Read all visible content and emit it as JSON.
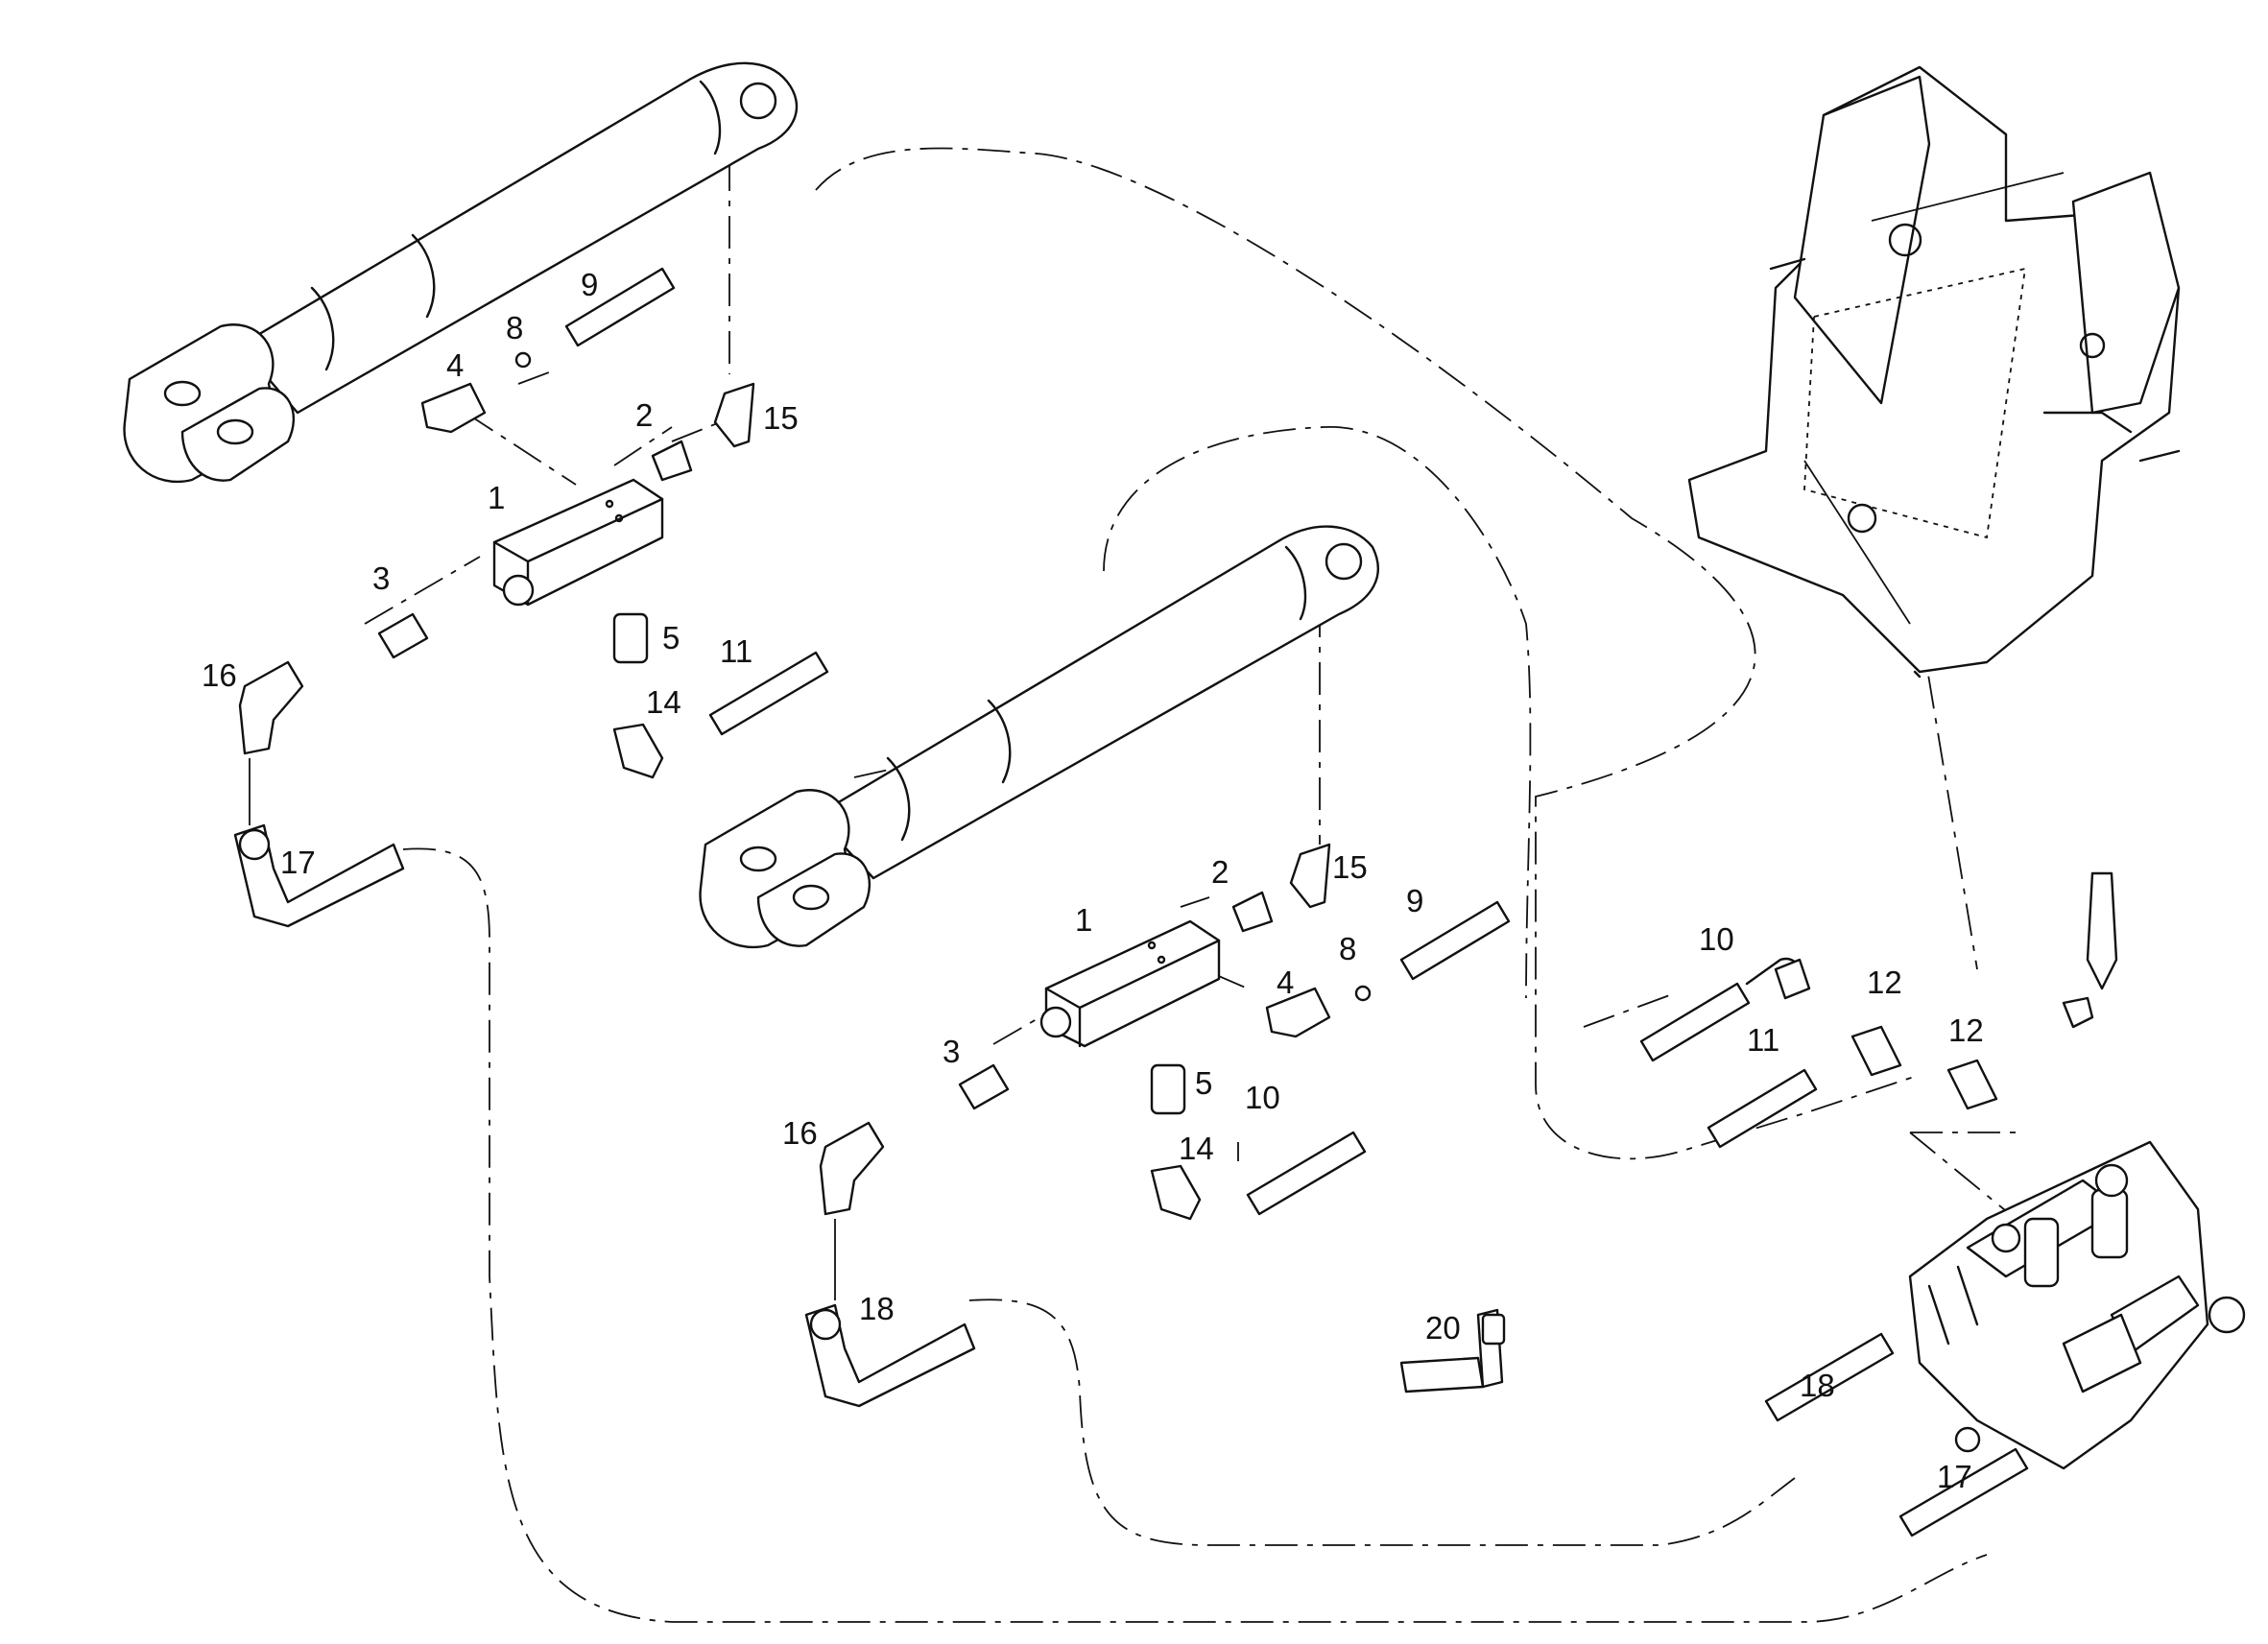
{
  "diagram": {
    "callouts": {
      "c1a": "1",
      "c2a": "2",
      "c3a": "3",
      "c4a": "4",
      "c5a": "5",
      "c8a": "8",
      "c9a": "9",
      "c11a": "11",
      "c14a": "14",
      "c15a": "15",
      "c16a": "16",
      "c17a": "17",
      "c1b": "1",
      "c2b": "2",
      "c3b": "3",
      "c4b": "4",
      "c5b": "5",
      "c8b": "8",
      "c9b": "9",
      "c10b": "10",
      "c14b": "14",
      "c15b": "15",
      "c16b": "16",
      "c18b": "18",
      "c10c": "10",
      "c11c": "11",
      "c12c": "12",
      "c12d": "12",
      "c18c": "18",
      "c17c": "17",
      "c20": "20"
    }
  }
}
